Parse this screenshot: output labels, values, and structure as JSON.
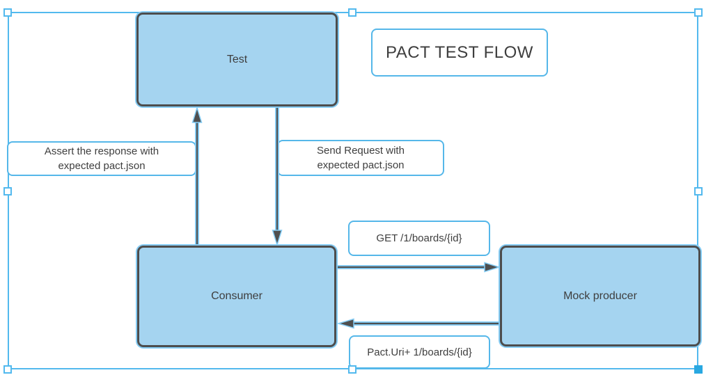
{
  "colors": {
    "background": "#ffffff",
    "node_fill": "#a5d4f0",
    "node_border": "#4d4d4d",
    "node_text": "#3e3e3e",
    "selection_blue": "#52b9ee",
    "selection_fill": "#29a8e1",
    "selection_glow": "#85ccf4",
    "label_border": "#55b7e9"
  },
  "diagram": {
    "title": "PACT TEST FLOW",
    "nodes": [
      {
        "label": "Test"
      },
      {
        "label": "Consumer"
      },
      {
        "label": "Mock producer"
      }
    ],
    "edge_labels": [
      {
        "text": "Assert the response with\nexpected pact.json"
      },
      {
        "text": "Send Request with\nexpected pact.json"
      },
      {
        "text": "GET /1/boards/{id}"
      },
      {
        "text": "Pact.Uri+ 1/boards/{id}"
      }
    ],
    "edges": [
      {
        "from": "Consumer",
        "to": "Test"
      },
      {
        "from": "Test",
        "to": "Consumer"
      },
      {
        "from": "Consumer",
        "to": "Mock producer"
      },
      {
        "from": "Mock producer",
        "to": "Consumer"
      }
    ]
  }
}
